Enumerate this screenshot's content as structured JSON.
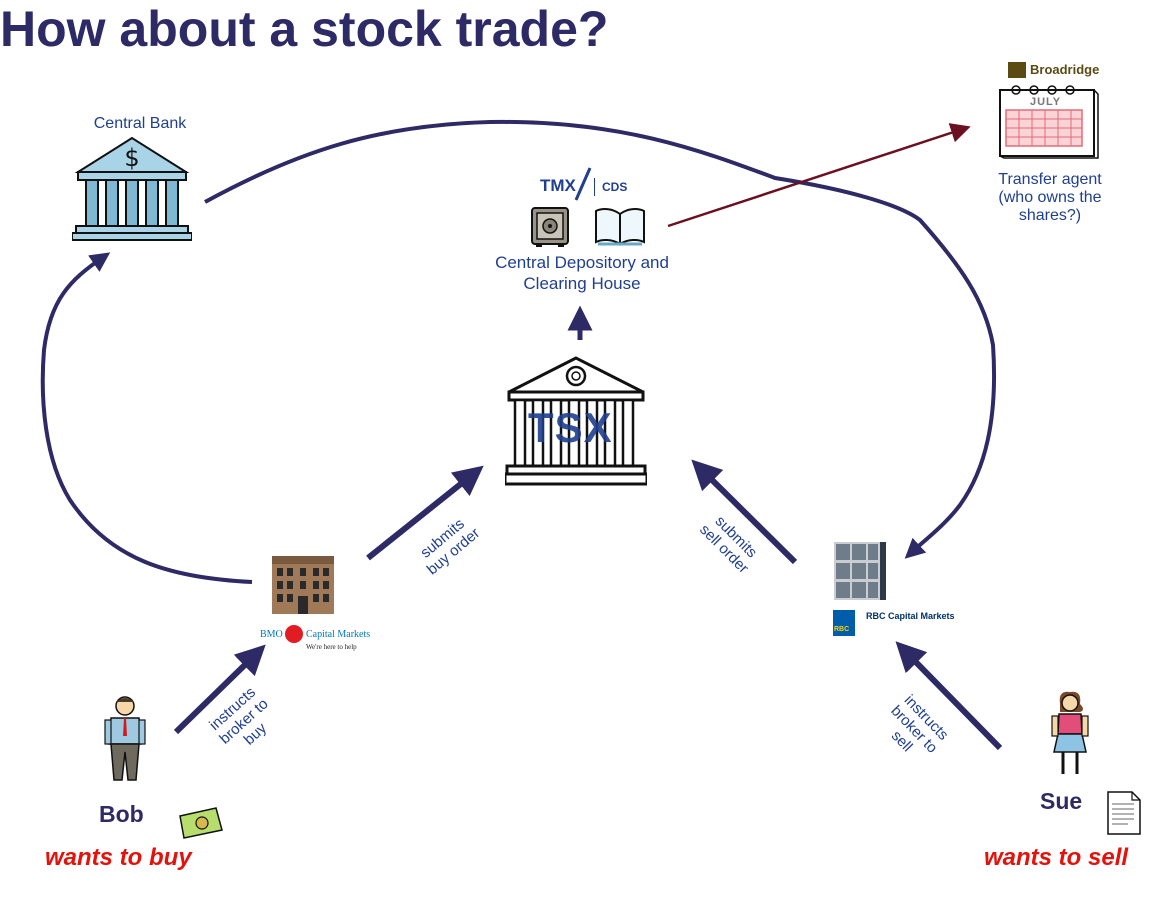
{
  "title": "How about a stock trade?",
  "central_bank": {
    "label": "Central Bank"
  },
  "cds": {
    "logo_tmx": "TMX",
    "logo_cds": "CDS",
    "label_line1": "Central Depository and",
    "label_line2": "Clearing House"
  },
  "exchange": {
    "logo": "TSX"
  },
  "transfer_agent": {
    "logo": "Broadridge",
    "calendar_month": "JULY",
    "label_line1": "Transfer agent",
    "label_line2": "(who owns the",
    "label_line3": "shares?)"
  },
  "buyer_broker": {
    "logo_bmo": "BMO",
    "logo_name": "Capital Markets",
    "tagline": "We're here to help"
  },
  "seller_broker": {
    "logo_rbc": "RBC",
    "logo_name": "RBC Capital Markets"
  },
  "bob": {
    "name": "Bob",
    "want": "wants to buy",
    "instruction_line1": "instructs",
    "instruction_line2": "broker to",
    "instruction_line3": "buy"
  },
  "sue": {
    "name": "Sue",
    "want": "wants to sell",
    "instruction_line1": "instructs",
    "instruction_line2": "broker to",
    "instruction_line3": "sell"
  },
  "buy_order": {
    "line1": "submits",
    "line2": "buy order"
  },
  "sell_order": {
    "line1": "submits",
    "line2": "sell order"
  },
  "colors": {
    "title": "#2e2a66",
    "arrow": "#2e2a66",
    "transfer_arrow": "#6b1020",
    "want": "#e3120b",
    "label": "#1f3f8f"
  }
}
